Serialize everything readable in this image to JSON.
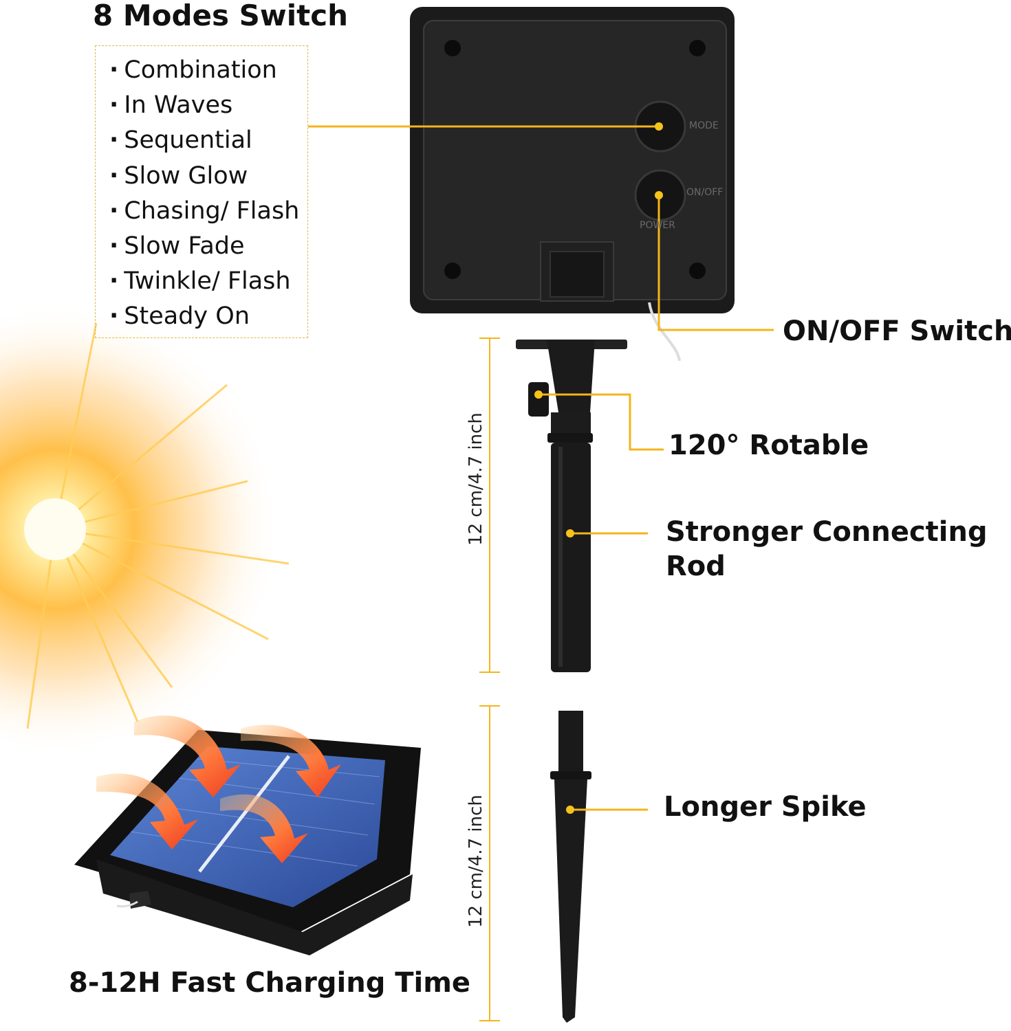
{
  "modes": {
    "title": "8 Modes Switch",
    "items": [
      "Combination",
      "In Waves",
      "Sequential",
      "Slow Glow",
      "Chasing/ Flash",
      "Slow Fade",
      "Twinkle/ Flash",
      "Steady On"
    ]
  },
  "controller": {
    "mode_label": "MODE",
    "onoff_label": "ON/OFF",
    "power_label": "POWER"
  },
  "callouts": {
    "onoff_switch": "ON/OFF Switch",
    "rotatable": "120° Rotable",
    "rod_line1": "Stronger Connecting",
    "rod_line2": "Rod",
    "spike": "Longer Spike",
    "charging": "8-12H Fast Charging Time"
  },
  "dimensions": {
    "upper": "12 cm/4.7 inch",
    "lower": "12 cm/4.7 inch"
  },
  "colors": {
    "accent": "#f3b51a",
    "device": "#1d1d1d",
    "panel_cells": "#3b5fae"
  }
}
